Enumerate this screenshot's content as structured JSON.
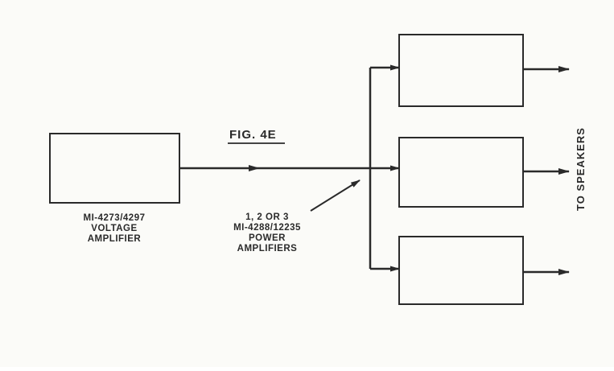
{
  "figure": {
    "title": "FIG. 4E"
  },
  "voltage_amplifier": {
    "label_line1": "MI-4273/4297",
    "label_line2": "VOLTAGE",
    "label_line3": "AMPLIFIER"
  },
  "power_amplifiers": {
    "label_line1": "1, 2 OR 3",
    "label_line2": "MI-4288/12235",
    "label_line3": "POWER",
    "label_line4": "AMPLIFIERS"
  },
  "output": {
    "label": "TO SPEAKERS"
  },
  "colors": {
    "ink": "#2a2a2a",
    "paper": "#fbfbf8"
  }
}
